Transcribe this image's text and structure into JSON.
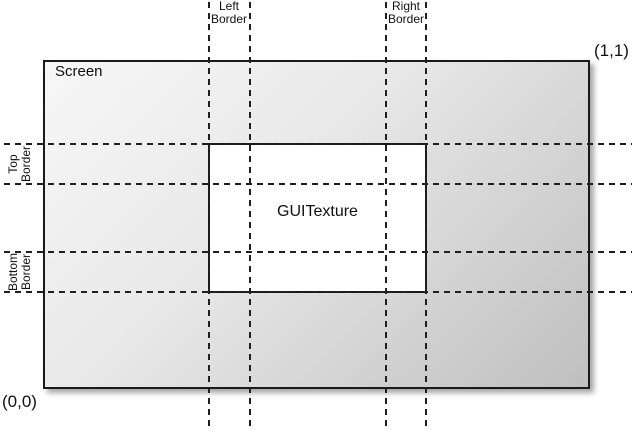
{
  "labels": {
    "screen": "Screen",
    "guitexture": "GUITexture",
    "left_border_line1": "Left",
    "left_border_line2": "Border",
    "right_border_line1": "Right",
    "right_border_line2": "Border",
    "top_border_line1": "Top",
    "top_border_line2": "Border",
    "bottom_border_line1": "Bottom",
    "bottom_border_line2": "Border",
    "origin_coord": "(0,0)",
    "unit_coord": "(1,1)"
  },
  "colors": {
    "screen_gradient_start": "#f7f7f7",
    "screen_gradient_end": "#bfbfbf",
    "texture_fill": "#ffffff",
    "line_color": "#1f1f1f",
    "text_color": "#111111"
  }
}
